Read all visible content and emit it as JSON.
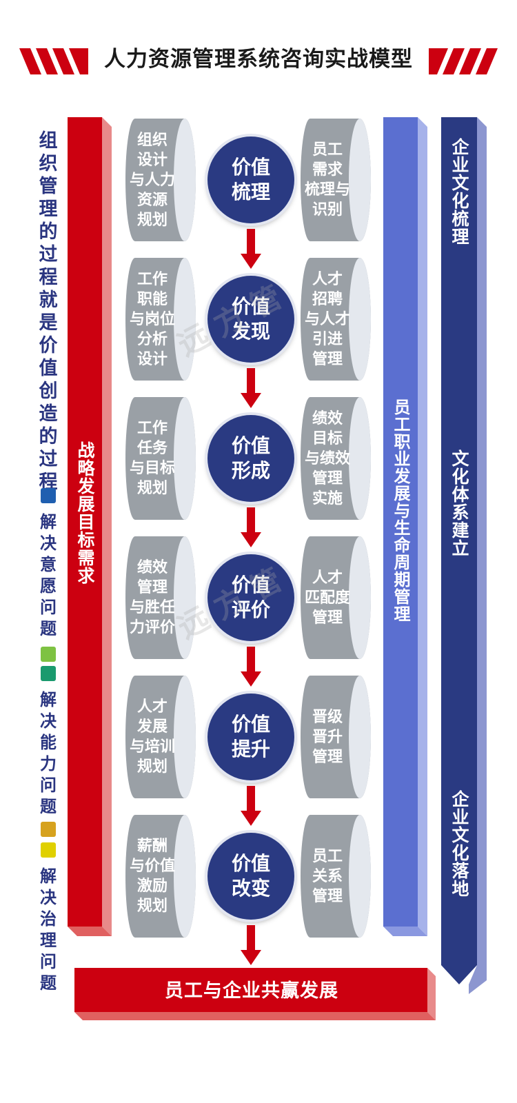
{
  "title": "人力资源管理系统咨询实战模型",
  "left_caption": "组织管理的过程就是价值创造的过程",
  "legend": [
    {
      "text": "解决意愿问题",
      "colors": [
        "#1f5fb0"
      ]
    },
    {
      "text": "解决能力问题",
      "colors": [
        "#7ec242",
        "#1a9a6e"
      ]
    },
    {
      "text": "解决治理问题",
      "colors": [
        "#d6a21e",
        "#e0d000"
      ]
    }
  ],
  "strategy_bar": "战略发展目标需求",
  "career_bar": "员工职业发展与生命周期管理",
  "culture_bar": [
    "企业文化梳理",
    "文化体系建立",
    "企业文化落地"
  ],
  "rows": [
    {
      "left": [
        "组织",
        "设计",
        "与人力",
        "资源",
        "规划"
      ],
      "center": [
        "价值",
        "梳理"
      ],
      "right": [
        "员工",
        "需求",
        "梳理与",
        "识别"
      ]
    },
    {
      "left": [
        "工作",
        "职能",
        "与岗位",
        "分析",
        "设计"
      ],
      "center": [
        "价值",
        "发现"
      ],
      "right": [
        "人才",
        "招聘",
        "与人才",
        "引进",
        "管理"
      ]
    },
    {
      "left": [
        "工作",
        "任务",
        "与目标",
        "规划"
      ],
      "center": [
        "价值",
        "形成"
      ],
      "right": [
        "绩效",
        "目标",
        "与绩效",
        "管理",
        "实施"
      ]
    },
    {
      "left": [
        "绩效",
        "管理",
        "与胜任",
        "力评价"
      ],
      "center": [
        "价值",
        "评价"
      ],
      "right": [
        "人才",
        "匹配度",
        "管理"
      ]
    },
    {
      "left": [
        "人才",
        "发展",
        "与培训",
        "规划"
      ],
      "center": [
        "价值",
        "提升"
      ],
      "right": [
        "晋级",
        "晋升",
        "管理"
      ]
    },
    {
      "left": [
        "薪酬",
        "与价值",
        "激励",
        "规划"
      ],
      "center": [
        "价值",
        "改变"
      ],
      "right": [
        "员工",
        "关系",
        "管理"
      ]
    }
  ],
  "bottom_banner": "员工与企业共赢发展",
  "colors": {
    "red": "#cc0010",
    "navy": "#2a3a82",
    "blue": "#5b6fd0",
    "gray": "#9aa0a6"
  }
}
